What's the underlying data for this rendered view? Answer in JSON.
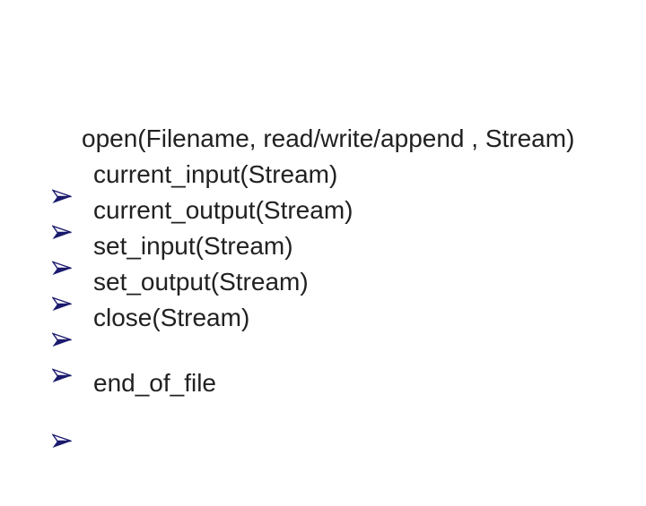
{
  "slide": {
    "colors": {
      "background": "#ffffff",
      "text": "#212121",
      "bullet": "#1a1a6e"
    },
    "bullet_icon": {
      "name": "three-d-rightwards-arrowhead",
      "unicode": "➢"
    },
    "ops": [
      "open(Filename, read/write/append , Stream)",
      "current_input(Stream)",
      "current_output(Stream)",
      "set_input(Stream)",
      "set_output(Stream)",
      "close(Stream)"
    ],
    "eof": "end_of_file"
  }
}
